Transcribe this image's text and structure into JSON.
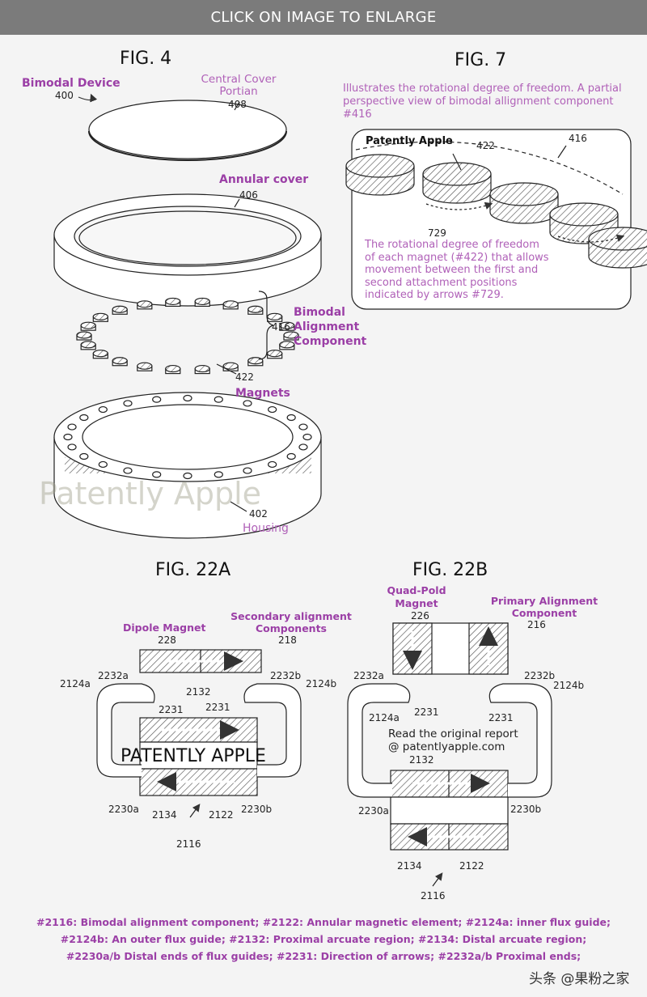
{
  "banner": "CLICK ON IMAGE TO ENLARGE",
  "fig4": {
    "title": "FIG. 4",
    "bimodal_device": "Bimodal Device",
    "n400": "400",
    "central_cover": "Central Cover",
    "portion": "Portian",
    "n408": "408",
    "annular_cover": "Annular cover",
    "n406": "406",
    "n416": "416",
    "bimodal": "Bimodal",
    "alignment": "Alignment",
    "component": "Component",
    "n422": "422",
    "magnets": "Magnets",
    "watermark": "Patently Apple",
    "n402": "402",
    "housing": "Housing"
  },
  "fig7": {
    "title": "FIG. 7",
    "desc1": "Illustrates the rotational degree of freedom. A partial",
    "desc2": "perspective view of bimodal allignment component",
    "desc3": "#416",
    "watermark": "Patently Apple",
    "n422": "422",
    "n416": "416",
    "n729": "729",
    "note": [
      "The rotational degree of freedom",
      "of each magnet (#422) that allows",
      "movement between the first and",
      "second attachment positions",
      "indicated by arrows #729."
    ]
  },
  "fig22a": {
    "title": "FIG. 22A",
    "dipole": "Dipole Magnet",
    "secondary1": "Secondary alignment",
    "secondary2": "Components",
    "n228": "228",
    "n218": "218",
    "n2124a": "2124a",
    "n2124b": "2124b",
    "n2232a": "2232a",
    "n2232b": "2232b",
    "n2132": "2132",
    "n2231a": "2231",
    "n2231b": "2231",
    "watermark": "PATENTLY APPLE",
    "n2230a": "2230a",
    "n2230b": "2230b",
    "n2134": "2134",
    "n2122": "2122",
    "n2116": "2116"
  },
  "fig22b": {
    "title": "FIG. 22B",
    "quad1": "Quad-Pold",
    "quad2": "Magnet",
    "primary1": "Primary Alignment",
    "primary2": "Component",
    "n226": "226",
    "n216": "216",
    "n2232a": "2232a",
    "n2232b": "2232b",
    "n2124a": "2124a",
    "n2124b": "2124b",
    "n2231a": "2231",
    "n2231b": "2231",
    "read1": "Read the original report",
    "read2": "@ patentlyapple.com",
    "n2132": "2132",
    "n2230a": "2230a",
    "n2230b": "2230b",
    "n2134": "2134",
    "n2122": "2122",
    "n2116": "2116"
  },
  "caption": [
    "#2116: Bimodal alignment component; #2122: Annular magnetic element; #2124a: inner flux guide;",
    "#2124b: An outer flux guide; #2132: Proximal arcuate region; #2134: Distal arcuate region;",
    "#2230a/b Distal ends of flux guides; #2231: Direction of arrows; #2232a/b Proximal ends;"
  ],
  "source_mark": "头条 @果粉之家"
}
